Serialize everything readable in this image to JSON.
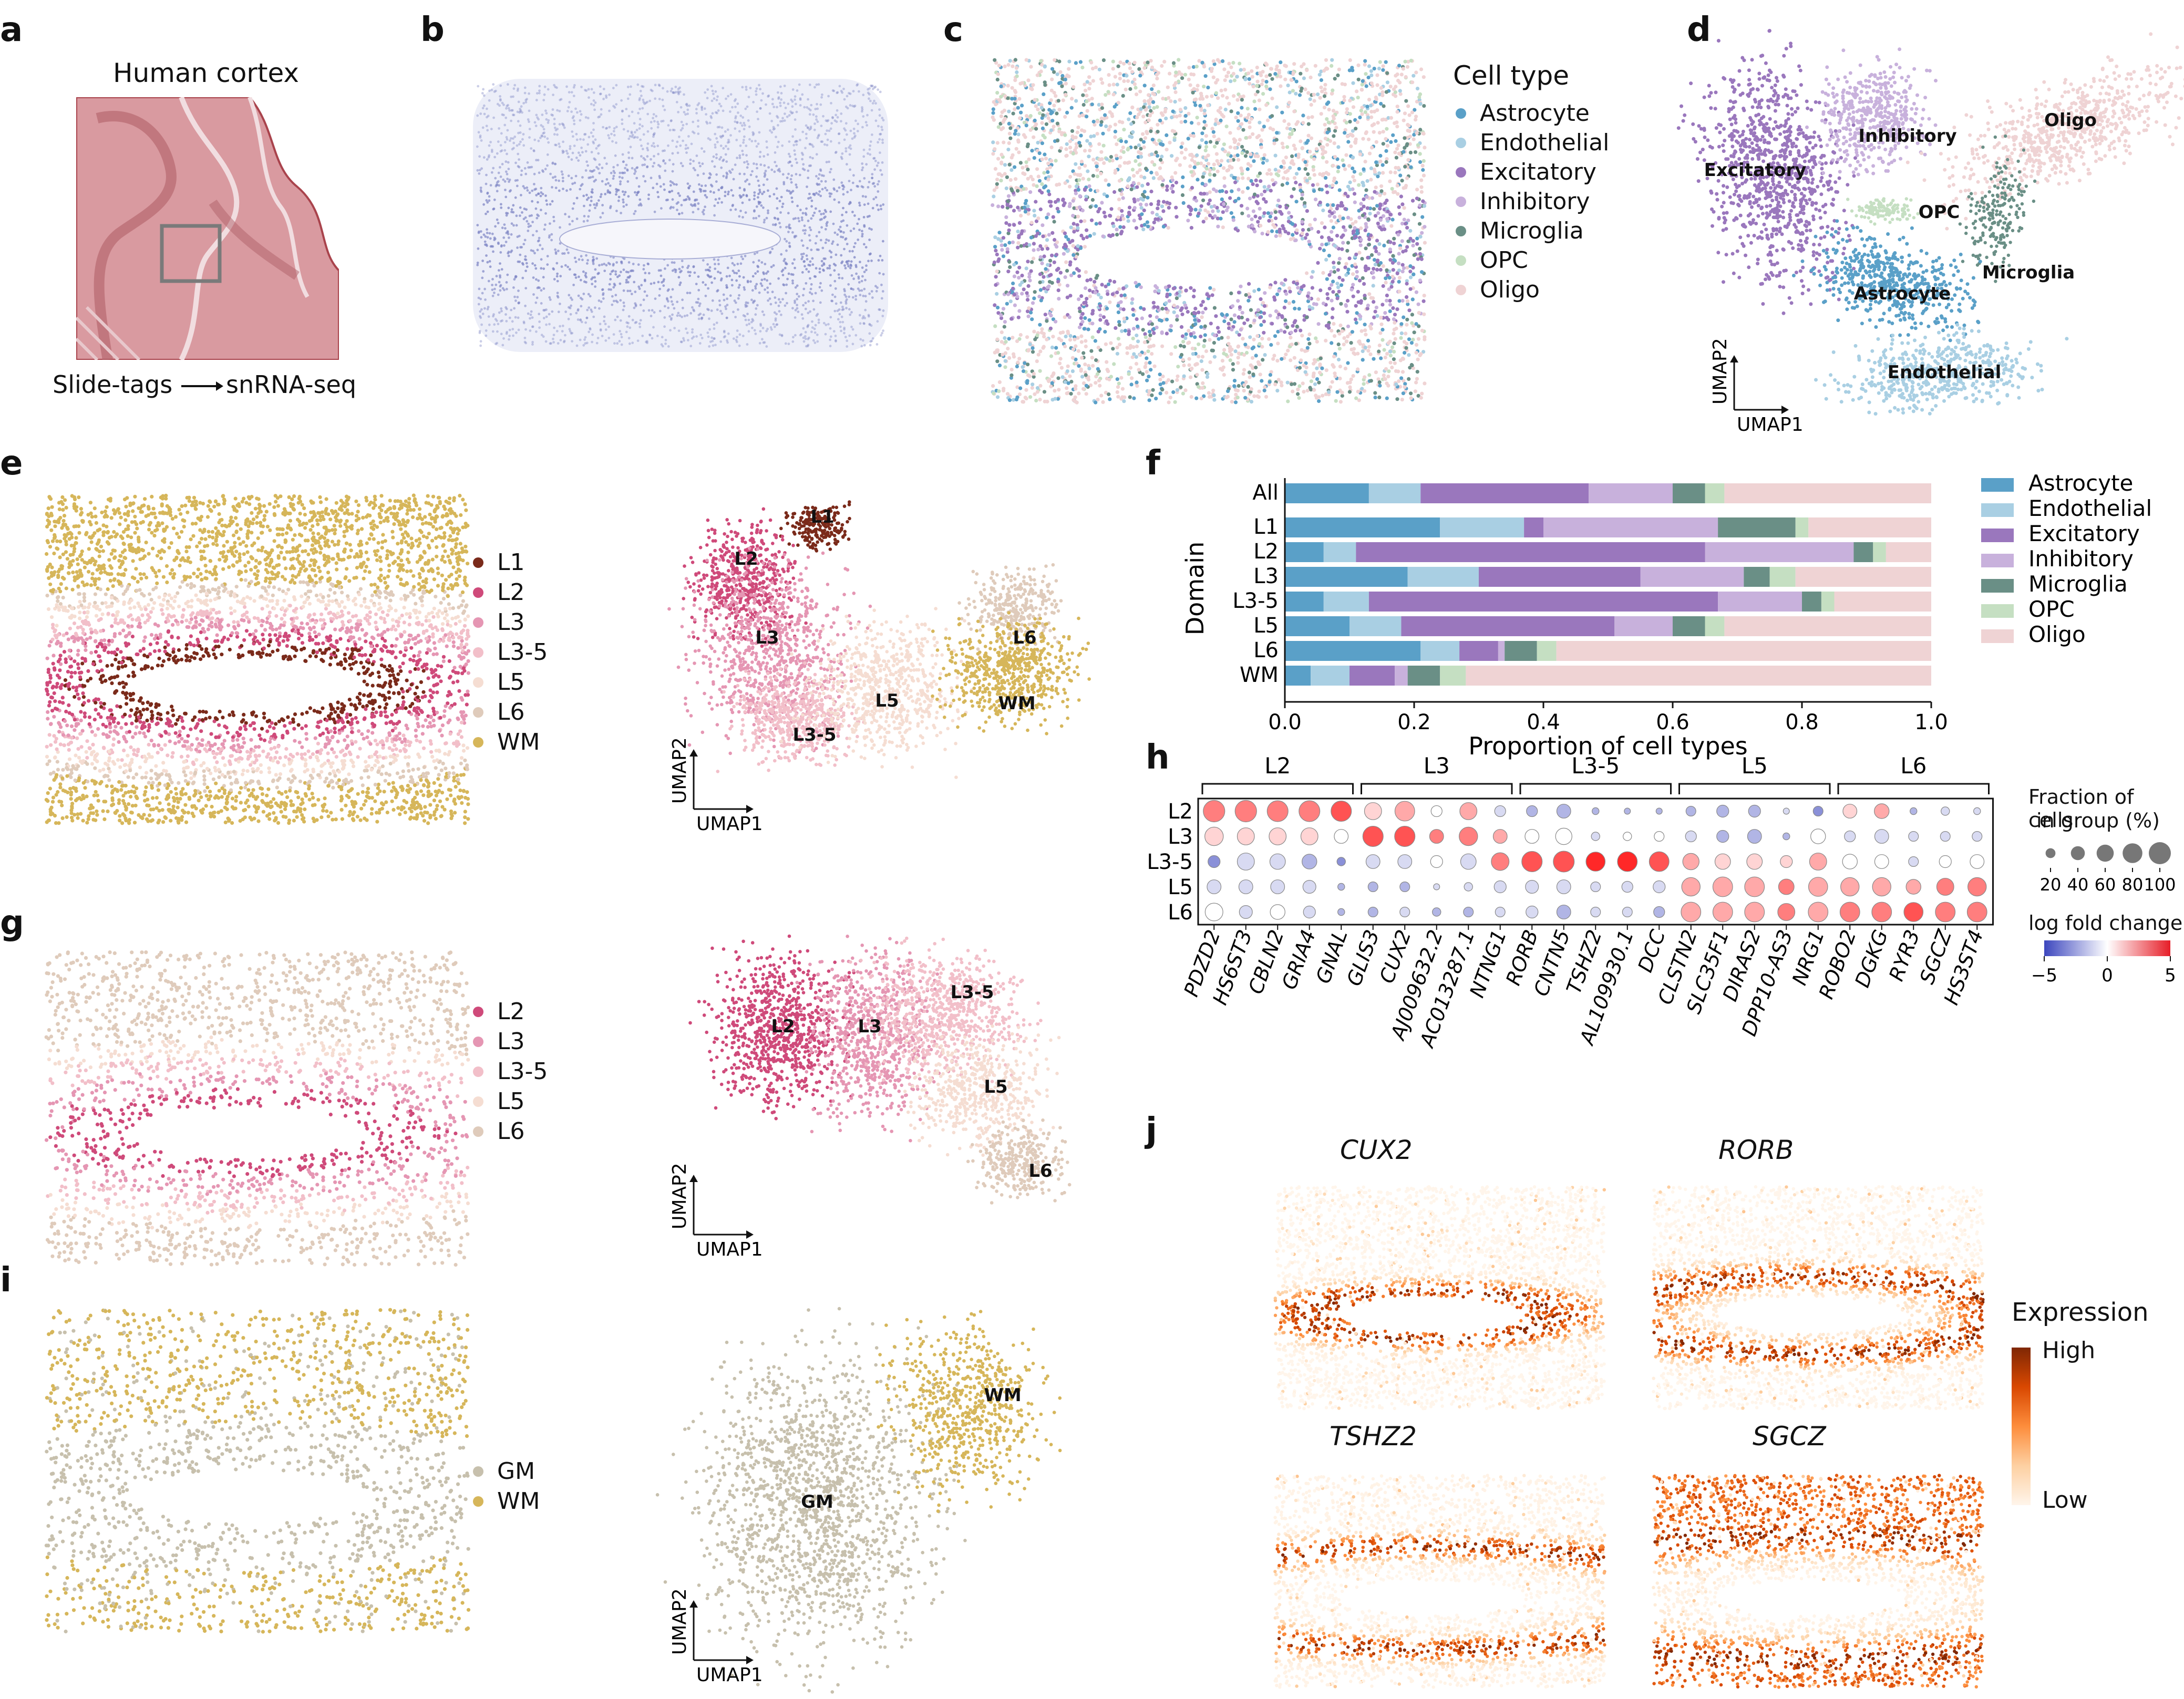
{
  "panels": {
    "a": {
      "letter": "a",
      "title": "Human cortex",
      "flow_left": "Slide-tags",
      "flow_right": "snRNA-seq"
    },
    "b": {
      "letter": "b"
    },
    "c": {
      "letter": "c",
      "legend_title": "Cell type"
    },
    "d": {
      "letter": "d",
      "xlabel": "UMAP1",
      "ylabel": "UMAP2"
    },
    "e": {
      "letter": "e",
      "xlabel": "UMAP1",
      "ylabel": "UMAP2"
    },
    "f": {
      "letter": "f"
    },
    "g": {
      "letter": "g",
      "xlabel": "UMAP1",
      "ylabel": "UMAP2"
    },
    "h": {
      "letter": "h",
      "size_title_1": "Fraction of cells",
      "size_title_2": "in group (%)",
      "size_ticks": [
        "20",
        "40",
        "60",
        "80",
        "100"
      ],
      "color_title": "log fold change",
      "color_ticks": [
        "−5",
        "0",
        "5"
      ]
    },
    "i": {
      "letter": "i",
      "xlabel": "UMAP1",
      "ylabel": "UMAP2"
    },
    "j": {
      "letter": "j",
      "genes": [
        "CUX2",
        "RORB",
        "TSHZ2",
        "SGCZ"
      ],
      "legend_title": "Expression",
      "legend_high": "High",
      "legend_low": "Low"
    }
  },
  "colors": {
    "Astrocyte": "#5aa0c8",
    "Endothelial": "#a9cfe3",
    "Excitatory": "#9a77bd",
    "Inhibitory": "#c8b1dc",
    "Microglia": "#6a8f86",
    "OPC": "#c5dfc2",
    "Oligo": "#efd3d4",
    "L1": "#7a2a1a",
    "L2": "#cf4a7a",
    "L3": "#e596b3",
    "L3-5": "#f2bfc9",
    "L5": "#f5ddd2",
    "L6": "#dfcbbb",
    "WM": "#d6b65a",
    "GM": "#c7c0ad"
  },
  "cell_types": [
    "Astrocyte",
    "Endothelial",
    "Excitatory",
    "Inhibitory",
    "Microglia",
    "OPC",
    "Oligo"
  ],
  "umap_d_labels": [
    "Excitatory",
    "Inhibitory",
    "Oligo",
    "OPC",
    "Microglia",
    "Astrocyte",
    "Endothelial"
  ],
  "domains_e": [
    "L1",
    "L2",
    "L3",
    "L3-5",
    "L5",
    "L6",
    "WM"
  ],
  "umap_e_labels": [
    "L1",
    "L2",
    "L3",
    "L5",
    "L6",
    "L3-5",
    "WM"
  ],
  "domains_g": [
    "L2",
    "L3",
    "L3-5",
    "L5",
    "L6"
  ],
  "umap_g_labels": [
    "L2",
    "L3",
    "L3-5",
    "L5",
    "L6"
  ],
  "domains_i": [
    "GM",
    "WM"
  ],
  "umap_i_labels": [
    "GM",
    "WM"
  ],
  "chart_data": [
    {
      "type": "bar",
      "orientation": "horizontal-stacked",
      "categories": [
        "All",
        "L1",
        "L2",
        "L3",
        "L3-5",
        "L5",
        "L6",
        "WM"
      ],
      "xlabel": "Proportion of cell types",
      "ylabel": "Domain",
      "xlim": [
        0,
        1.0
      ],
      "xticks": [
        "0.0",
        "0.2",
        "0.4",
        "0.6",
        "0.8",
        "1.0"
      ],
      "legend_position": "right",
      "series": [
        {
          "name": "Astrocyte",
          "values": [
            0.13,
            0.24,
            0.06,
            0.19,
            0.06,
            0.1,
            0.21,
            0.04
          ]
        },
        {
          "name": "Endothelial",
          "values": [
            0.08,
            0.13,
            0.05,
            0.11,
            0.07,
            0.08,
            0.06,
            0.06
          ]
        },
        {
          "name": "Excitatory",
          "values": [
            0.26,
            0.03,
            0.54,
            0.25,
            0.54,
            0.33,
            0.06,
            0.07
          ]
        },
        {
          "name": "Inhibitory",
          "values": [
            0.13,
            0.27,
            0.23,
            0.16,
            0.13,
            0.09,
            0.01,
            0.02
          ]
        },
        {
          "name": "Microglia",
          "values": [
            0.05,
            0.12,
            0.03,
            0.04,
            0.03,
            0.05,
            0.05,
            0.05
          ]
        },
        {
          "name": "OPC",
          "values": [
            0.03,
            0.02,
            0.02,
            0.04,
            0.02,
            0.03,
            0.03,
            0.04
          ]
        },
        {
          "name": "Oligo",
          "values": [
            0.32,
            0.19,
            0.07,
            0.21,
            0.15,
            0.32,
            0.58,
            0.72
          ]
        }
      ]
    },
    {
      "type": "heatmap",
      "subtype": "dotplot",
      "rows": [
        "L2",
        "L3",
        "L3-5",
        "L5",
        "L6"
      ],
      "group_labels": [
        "L2",
        "L3",
        "L3-5",
        "L5",
        "L6"
      ],
      "genes": [
        "PDZD2",
        "HS6ST3",
        "CBLN2",
        "GRIA4",
        "GNAL",
        "GLIS3",
        "CUX2",
        "AJ009632.2",
        "AC013287.1",
        "NTNG1",
        "RORB",
        "CNTN5",
        "TSHZ2",
        "AL109930.1",
        "DCC",
        "CLSTN2",
        "SLC35F1",
        "DIRAS2",
        "DPP10-AS3",
        "NRG1",
        "ROBO2",
        "DGKG",
        "RYR3",
        "SGCZ",
        "HS3ST4"
      ],
      "fraction_pct": [
        [
          95,
          95,
          90,
          90,
          85,
          60,
          80,
          25,
          60,
          25,
          25,
          40,
          10,
          8,
          8,
          20,
          30,
          30,
          8,
          20,
          40,
          45,
          10,
          15,
          10
        ],
        [
          70,
          60,
          60,
          60,
          40,
          85,
          85,
          40,
          70,
          40,
          40,
          55,
          15,
          15,
          20,
          25,
          30,
          40,
          10,
          45,
          25,
          40,
          20,
          20,
          20
        ],
        [
          30,
          60,
          50,
          45,
          15,
          40,
          40,
          30,
          50,
          65,
          85,
          90,
          75,
          80,
          80,
          55,
          50,
          50,
          30,
          60,
          45,
          40,
          20,
          30,
          40
        ],
        [
          40,
          40,
          40,
          35,
          10,
          20,
          20,
          8,
          15,
          30,
          35,
          40,
          20,
          25,
          30,
          70,
          80,
          80,
          50,
          75,
          70,
          70,
          45,
          60,
          70
        ],
        [
          65,
          35,
          45,
          30,
          10,
          20,
          20,
          15,
          20,
          20,
          30,
          40,
          20,
          20,
          25,
          80,
          80,
          80,
          60,
          80,
          80,
          80,
          75,
          80,
          80
        ]
      ],
      "log_fold_change": [
        [
          3,
          3,
          3,
          3,
          4,
          1,
          2,
          0,
          2,
          -1,
          -2,
          -2,
          -2,
          -2,
          -2,
          -2,
          -2,
          -2,
          -1,
          -3,
          1,
          2,
          -2,
          -1,
          -1
        ],
        [
          1,
          1,
          1,
          1,
          0,
          4,
          4,
          3,
          3,
          2,
          0,
          0,
          -1,
          0,
          0,
          -1,
          -2,
          -2,
          -2,
          0,
          -1,
          -1,
          -1,
          -1,
          -1
        ],
        [
          -3,
          -1,
          -1,
          -2,
          -3,
          -1,
          -1,
          0,
          -1,
          3,
          4,
          4,
          5,
          5,
          4,
          2,
          1,
          1,
          1,
          2,
          0,
          0,
          -1,
          0,
          0
        ],
        [
          -1,
          -1,
          -1,
          -1,
          -2,
          -2,
          -2,
          -1,
          -1,
          -1,
          -1,
          -1,
          -1,
          -1,
          -1,
          2,
          2,
          2,
          3,
          2,
          2,
          2,
          2,
          3,
          3
        ],
        [
          0,
          -1,
          0,
          -1,
          -2,
          -2,
          -1,
          -2,
          -2,
          -1,
          -1,
          -2,
          -1,
          -1,
          -2,
          2,
          2,
          2,
          3,
          2,
          3,
          3,
          4,
          3,
          3
        ]
      ]
    }
  ]
}
